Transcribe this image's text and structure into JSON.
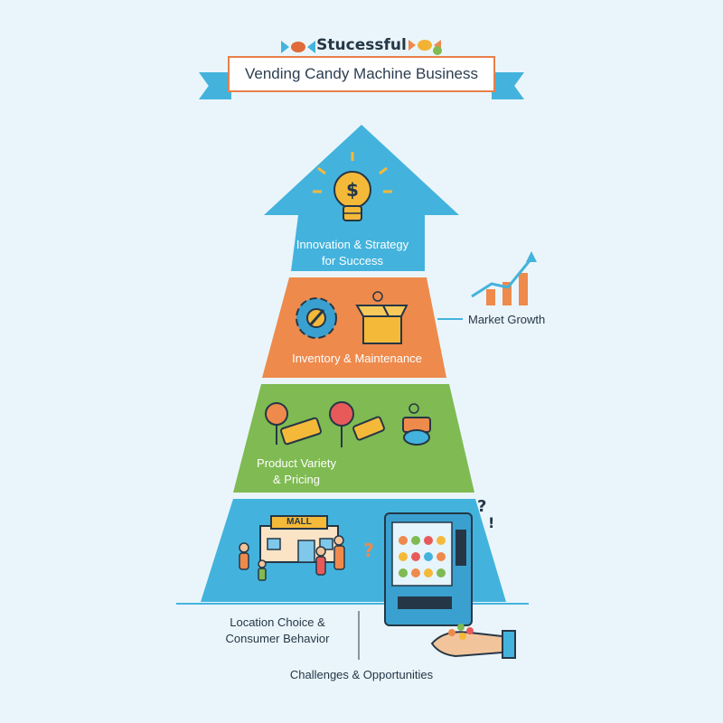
{
  "header": {
    "kicker": "Stucessful",
    "title": "Vending Candy Machine Business"
  },
  "pyramid": {
    "levels": [
      {
        "label_line1": "Innovation & Strategy",
        "label_line2": "for Success",
        "color": "#43b3dd"
      },
      {
        "label_line1": "Inventory & Maintenance",
        "label_line2": "",
        "color": "#ee8a4c"
      },
      {
        "label_line1": "Product Variety",
        "label_line2": "& Pricing",
        "color": "#7fba52"
      },
      {
        "label_line1": "Location Choice &",
        "label_line2": "Consumer Behavior",
        "color": "#43b3dd"
      }
    ]
  },
  "annotations": {
    "market_growth": "Market Growth",
    "challenges": "Challenges & Opportunities",
    "mall_sign": "MALL"
  },
  "colors": {
    "background": "#eaf5fb",
    "blue": "#43b3dd",
    "orange": "#ee8a4c",
    "green": "#7fba52",
    "dark": "#253746"
  },
  "icons": [
    "candy-icon",
    "lightbulb-icon",
    "gear-icon",
    "box-icon",
    "bar-chart-icon",
    "lollipop-icon",
    "candy-bar-icon",
    "vending-machine-icon",
    "hand-icon",
    "people-icon",
    "mall-icon"
  ]
}
